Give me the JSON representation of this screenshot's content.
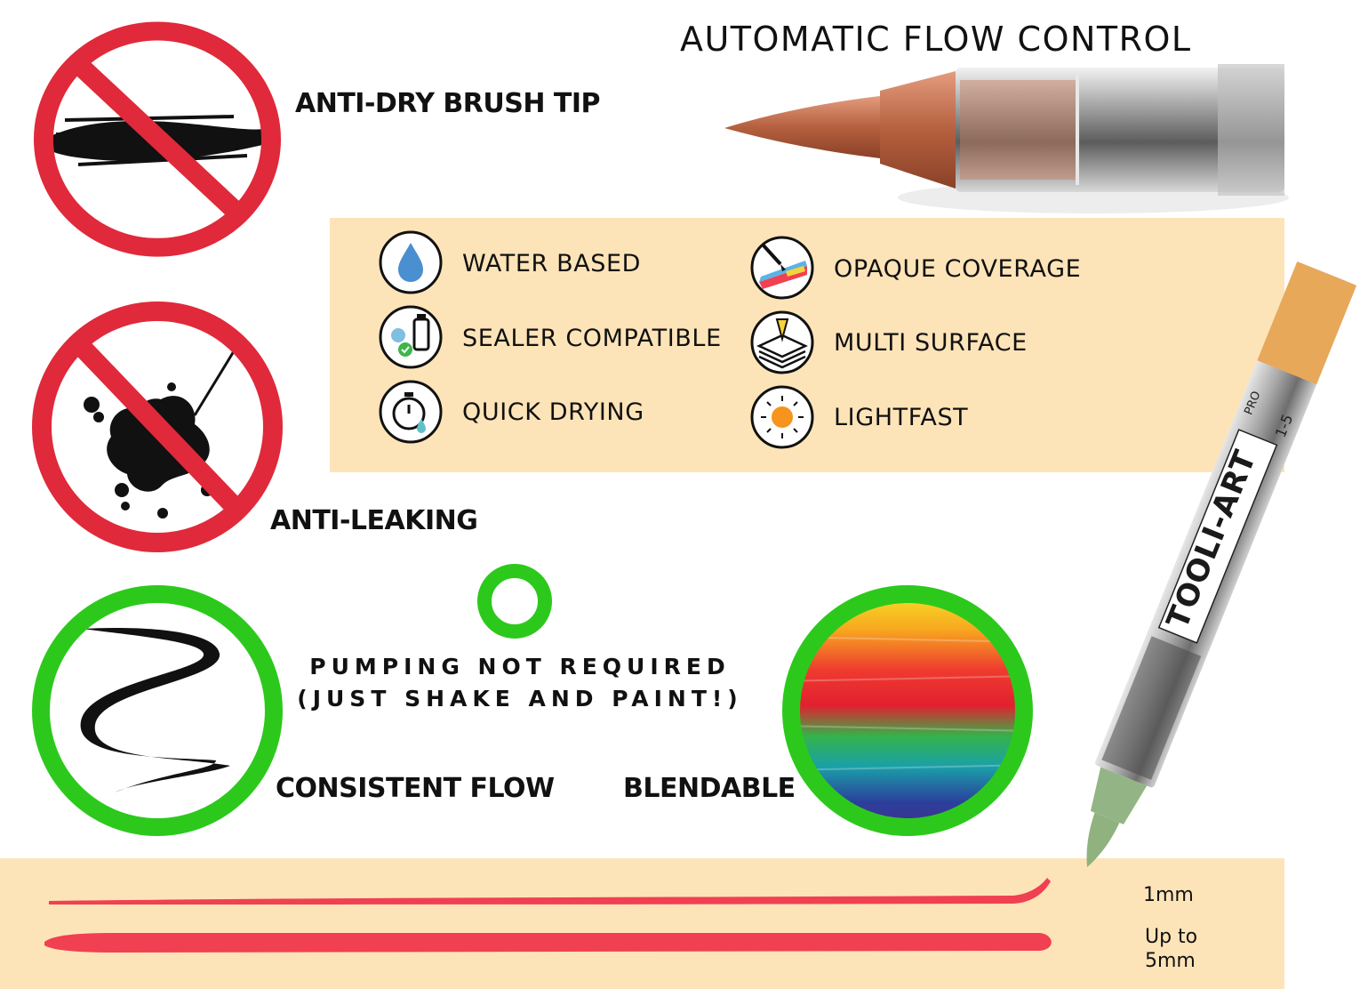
{
  "title": "AUTOMATIC FLOW CONTROL",
  "callouts": {
    "anti_dry": "ANTI-DRY BRUSH TIP",
    "anti_leak": "ANTI-LEAKING",
    "consistent_flow": "CONSISTENT FLOW",
    "blendable": "BLENDABLE"
  },
  "features": [
    {
      "label": "WATER BASED",
      "icon": "water-drop-icon"
    },
    {
      "label": "SEALER COMPATIBLE",
      "icon": "sealer-spray-icon"
    },
    {
      "label": "QUICK DRYING",
      "icon": "stopwatch-icon"
    },
    {
      "label": "OPAQUE COVERAGE",
      "icon": "opaque-brush-icon"
    },
    {
      "label": "MULTI SURFACE",
      "icon": "layers-icon"
    },
    {
      "label": "LIGHTFAST",
      "icon": "sun-icon"
    }
  ],
  "pumping": {
    "line1": "PUMPING NOT REQUIRED",
    "line2": "(JUST SHAKE AND PAINT!)"
  },
  "pen": {
    "brand": "TOOLI-ART",
    "tag": "PRO",
    "size_fragment": "1-5"
  },
  "strokes": {
    "thin": "1mm",
    "thick_line1": "Up to",
    "thick_line2": "5mm"
  },
  "colors": {
    "prohibit_red": "#e0293a",
    "ok_green": "#2cc91c",
    "panel_peach": "#fde4b8",
    "stroke_red": "#f04052"
  }
}
